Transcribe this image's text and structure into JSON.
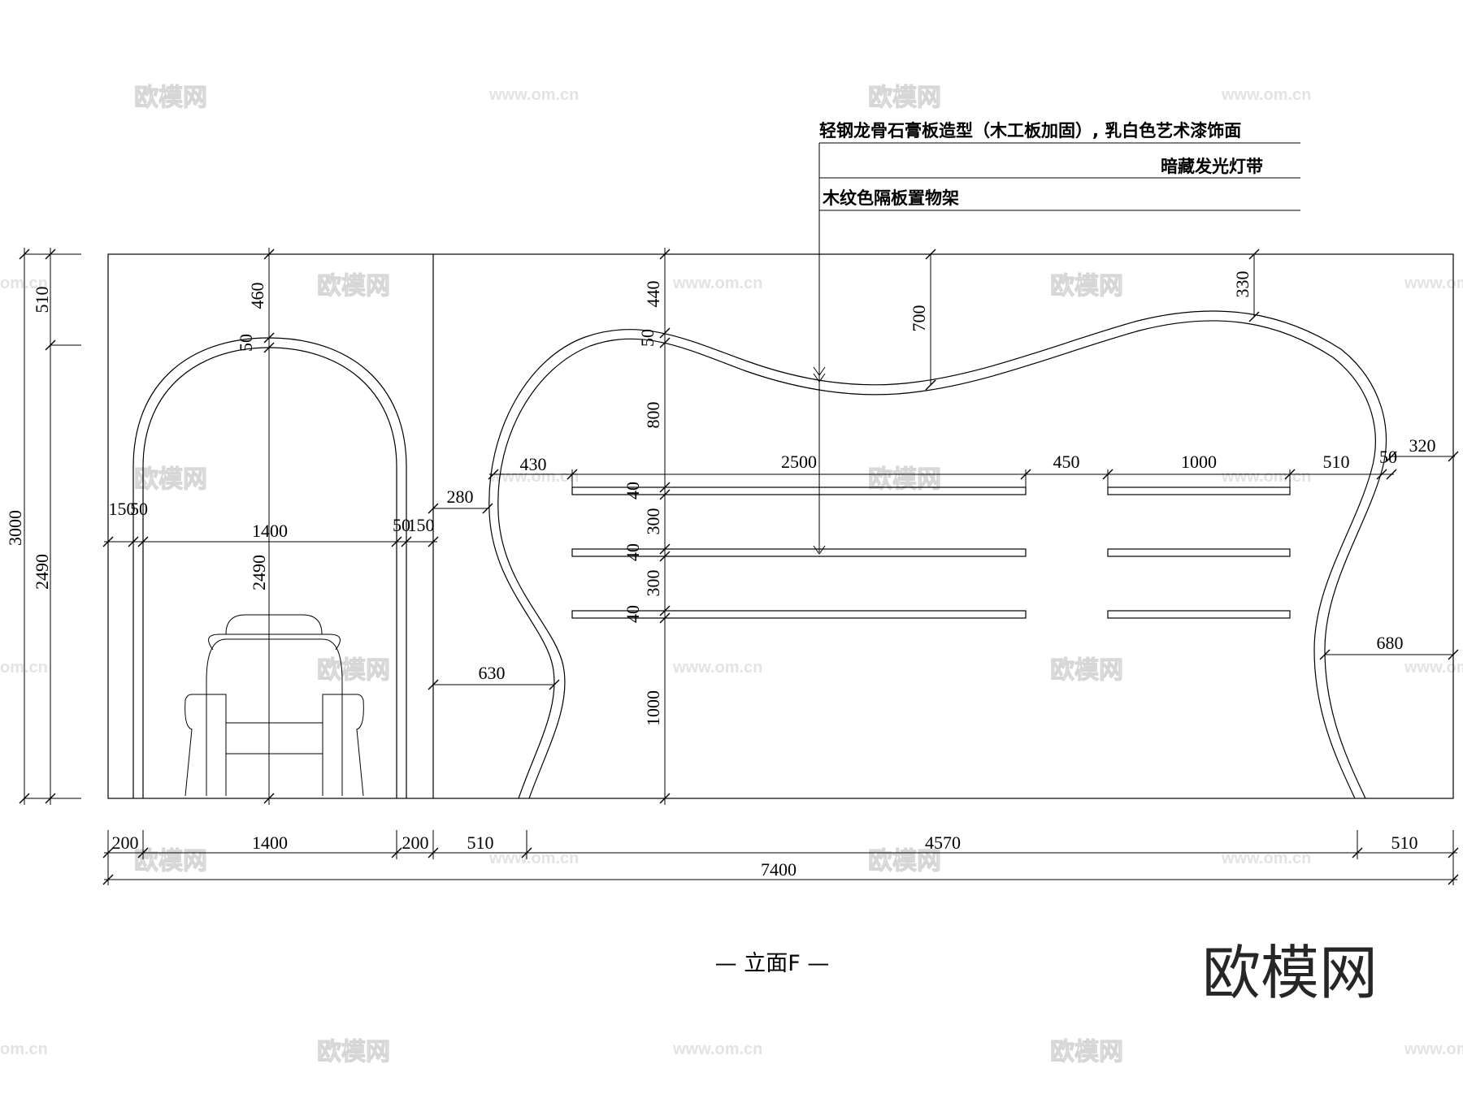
{
  "notes": {
    "note1": "轻钢龙骨石膏板造型（木工板加固）, 乳白色艺术漆饰面",
    "note2": "暗藏发光灯带",
    "note3": "木纹色隔板置物架"
  },
  "caption": "— 立面F —",
  "logo": "欧模网",
  "watermark": {
    "brand": "欧模网",
    "url": "www.om.cn",
    "url_short": "om.cn"
  },
  "dims": {
    "left_3000": "3000",
    "left_510": "510",
    "left_2490": "2490",
    "arch_460": "460",
    "arch_50": "50",
    "arch_inner_2490": "2490",
    "arch_1400": "1400",
    "arch_150_left": "150",
    "arch_50_left": "50",
    "arch_50_right": "50",
    "arch_150_right": "150",
    "r_440": "440",
    "r_50": "50",
    "r_800": "800",
    "r_40a": "40",
    "r_300a": "300",
    "r_40b": "40",
    "r_300b": "300",
    "r_40c": "40",
    "r_1000": "1000",
    "h_700": "700",
    "h_330": "330",
    "h_430": "430",
    "h_2500": "2500",
    "h_450": "450",
    "h_1000": "1000",
    "h_510": "510",
    "h_50": "50",
    "h_320": "320",
    "h_280": "280",
    "h_630": "630",
    "h_680": "680",
    "b_200a": "200",
    "b_1400": "1400",
    "b_200b": "200",
    "b_510a": "510",
    "b_4570": "4570",
    "b_510b": "510",
    "b_7400": "7400"
  }
}
